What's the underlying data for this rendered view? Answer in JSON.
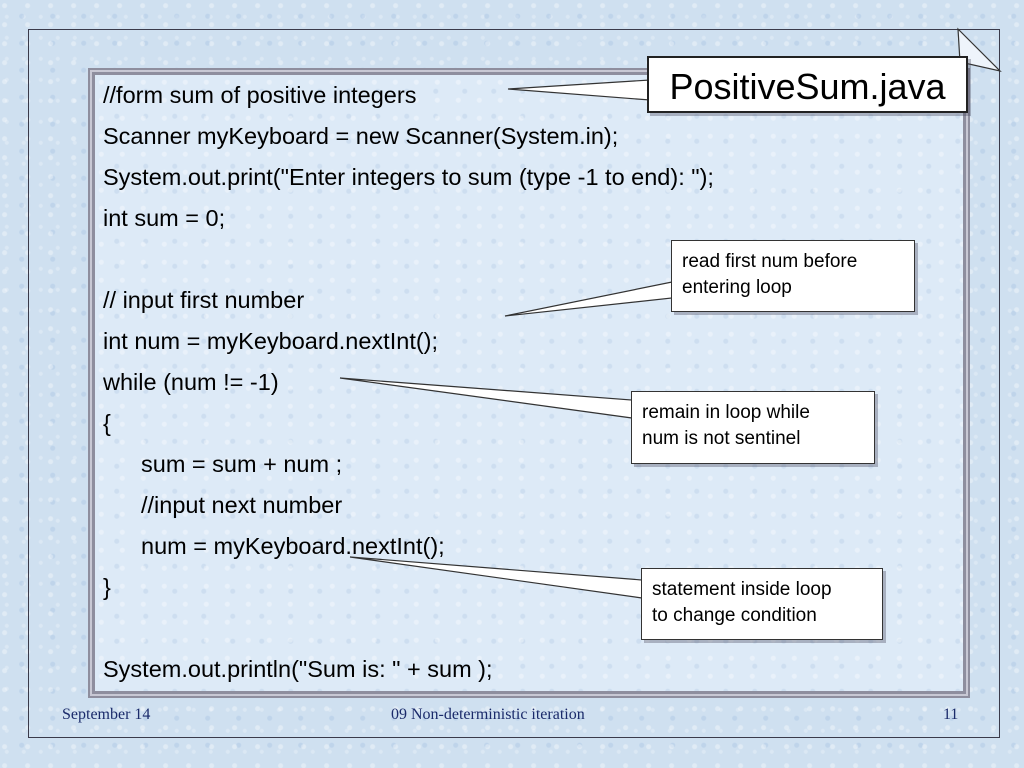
{
  "code": {
    "lines": [
      "//form sum of positive integers",
      "Scanner myKeyboard = new Scanner(System.in);",
      "System.out.print(\"Enter integers to sum (type -1 to end): \");",
      "int sum = 0;",
      "// input first number",
      "int num = myKeyboard.nextInt();",
      "while (num != -1)",
      "{",
      "sum = sum + num ;",
      "//input next number",
      "num = myKeyboard.nextInt();",
      "}",
      "System.out.println(\"Sum is: \" + sum );"
    ]
  },
  "callouts": {
    "title": "PositiveSum.java",
    "first_num": "read first num before\nentering loop",
    "loop": "remain in loop while\nnum is not sentinel",
    "change": "statement inside loop\nto change condition"
  },
  "footer": {
    "date": "September 14",
    "title": "09 Non-deterministic iteration",
    "page": "11"
  },
  "colors": {
    "background": "#cfe0f0",
    "panel_border": "#8e8e9e",
    "footer_text": "#1a2a6a"
  }
}
